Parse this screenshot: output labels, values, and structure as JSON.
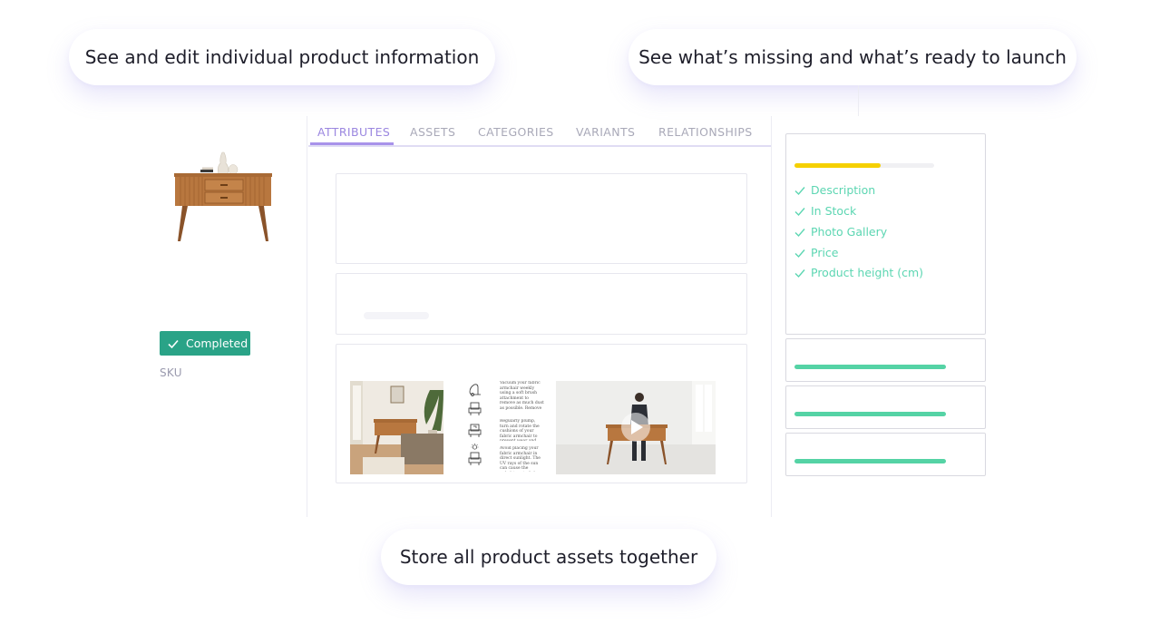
{
  "callouts": {
    "edit": "See and edit individual product information",
    "missing": "See what’s missing and what’s ready to launch",
    "assets": "Store all product assets together"
  },
  "product": {
    "status_badge": "Completed",
    "sku_label": "SKU"
  },
  "tabs": [
    {
      "label": "ATTRIBUTES",
      "active": true
    },
    {
      "label": "ASSETS",
      "active": false
    },
    {
      "label": "CATEGORIES",
      "active": false
    },
    {
      "label": "VARIANTS",
      "active": false
    },
    {
      "label": "RELATIONSHIPS",
      "active": false
    }
  ],
  "care_doc": {
    "p1": "Vacuum your fabric armchair weekly using a soft brush attachment to remove as much dust as possible. Remove all cushions to vacuum anything that may have fallen between the seats.",
    "p2": "Regularly plump, turn and rotate the cushions of your fabric armchair to prevent wear and tear, and to keep your armchair looking plush.",
    "p3": "Avoid placing your fabric armchair in direct sunlight. The UV rays of the sun can cause the upholstery to fade and bleach, causing uneven colouring across the sofa."
  },
  "completeness": {
    "progress": 0.62,
    "items": [
      "Description",
      "In Stock",
      "Photo Gallery",
      "Price",
      "Product height (cm)"
    ]
  },
  "colors": {
    "accent": "#a892ea",
    "success": "#2aa387",
    "check": "#5cd6b2",
    "progress": "#f5d000",
    "bar": "#55d3a5"
  }
}
